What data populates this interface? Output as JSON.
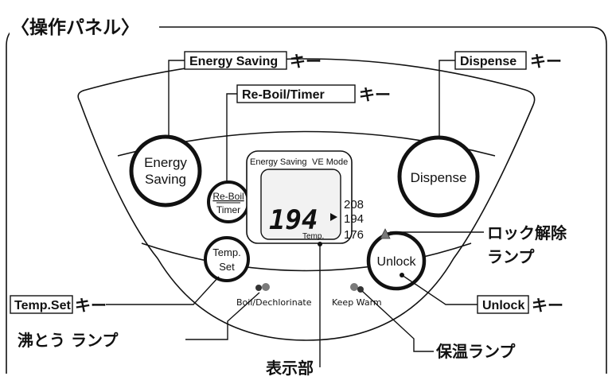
{
  "panel_title": "〈操作パネル〉",
  "key_suffix": "キー",
  "keys": {
    "energy_saving": "Energy Saving",
    "reboil_timer": "Re-Boil/Timer",
    "dispense": "Dispense",
    "temp_set": "Temp.Set",
    "unlock": "Unlock"
  },
  "buttons": {
    "energy_saving_line1": "Energy",
    "energy_saving_line2": "Saving",
    "reboil_line1": "Re-Boil",
    "reboil_line2": "Timer",
    "dispense": "Dispense",
    "temp_line1": "Temp.",
    "temp_line2": "Set",
    "unlock": "Unlock"
  },
  "display": {
    "energy_saving": "Energy Saving",
    "ve_mode": "VE Mode",
    "reading": "194",
    "temp_options": [
      "208",
      "194",
      "176"
    ],
    "temp_label": "Temp."
  },
  "lamps": {
    "boil": "Boil/Dechlorinate",
    "keep_warm": "Keep Warm"
  },
  "callouts": {
    "lock_release_line1": "ロック解除",
    "lock_release_line2": "ランプ",
    "boil_lamp": "沸とう ランプ",
    "keep_warm_lamp": "保温ランプ",
    "display_section": "表示部"
  },
  "colors": {
    "lamp_gray": "#7a7a7a",
    "lamp_red": "#d04a3f",
    "lcd": "#f2f2f2",
    "line": "#111111"
  }
}
